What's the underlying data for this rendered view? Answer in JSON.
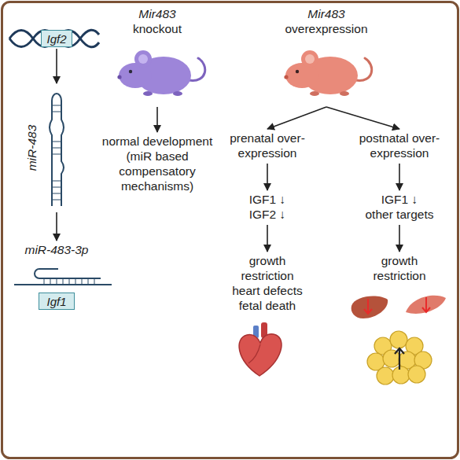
{
  "diagram": {
    "nodes": [
      {
        "text": [
          "Igf2"
        ]
      },
      {
        "text": [
          "miR-483"
        ]
      },
      {
        "text": [
          "miR-483-3p"
        ]
      },
      {
        "text": [
          "Igf1"
        ]
      },
      {
        "text": [
          "Mir483",
          "knockout"
        ]
      },
      {
        "text": [
          "normal development (miR based compensatory mechanisms)"
        ]
      },
      {
        "text": [
          "Mir483",
          "overexpression"
        ]
      },
      {
        "text": [
          "prenatal over-expression"
        ]
      },
      {
        "text": [
          "postnatal over-expression"
        ]
      },
      {
        "text": [
          "IGF1 ↓",
          "IGF2 ↓"
        ]
      },
      {
        "text": [
          "IGF1 ↓",
          "other targets"
        ]
      },
      {
        "text": [
          "growth restriction",
          "heart defects",
          "fetal death"
        ]
      },
      {
        "text": [
          "growth restriction"
        ]
      }
    ],
    "edges": [
      {
        "from": 0,
        "to": 1,
        "arrow": "to"
      },
      {
        "from": 1,
        "to": 2,
        "arrow": "to"
      },
      {
        "from": 4,
        "to": 5,
        "arrow": "to"
      },
      {
        "from": 6,
        "to": 7,
        "arrow": "to"
      },
      {
        "from": 6,
        "to": 8,
        "arrow": "to"
      },
      {
        "from": 7,
        "to": 9,
        "arrow": "to"
      },
      {
        "from": 8,
        "to": 10,
        "arrow": "to"
      },
      {
        "from": 9,
        "to": 11,
        "arrow": "to"
      },
      {
        "from": 10,
        "to": 12,
        "arrow": "to"
      }
    ]
  }
}
